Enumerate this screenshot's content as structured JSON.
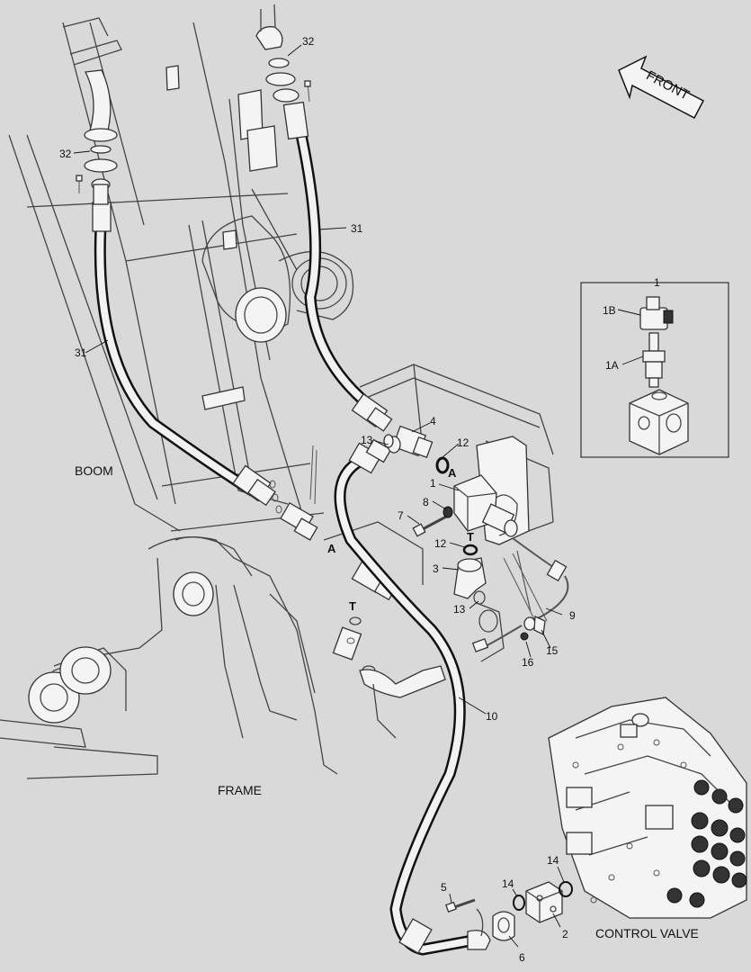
{
  "labels": {
    "front": "FRONT",
    "boom": "BOOM",
    "frame": "FRAME",
    "control_valve": "CONTROL VALVE",
    "callouts": {
      "p1": "1",
      "p1_inset": "1",
      "p1a": "1A",
      "p1b": "1B",
      "p2": "2",
      "p3": "3",
      "p4": "4",
      "p5": "5",
      "p6": "6",
      "p7": "7",
      "p8": "8",
      "p9": "9",
      "p10": "10",
      "p12a": "12",
      "p12b": "12",
      "p13a": "13",
      "p13b": "13",
      "p14a": "14",
      "p14b": "14",
      "p15": "15",
      "p16": "16",
      "p31a": "31",
      "p31b": "31",
      "p32a": "32",
      "p32b": "32",
      "A1": "A",
      "A2": "A",
      "T1": "T",
      "T2": "T"
    }
  },
  "colors": {
    "background": "#d9d9d9",
    "line": "#333333",
    "hose": "#111111"
  }
}
